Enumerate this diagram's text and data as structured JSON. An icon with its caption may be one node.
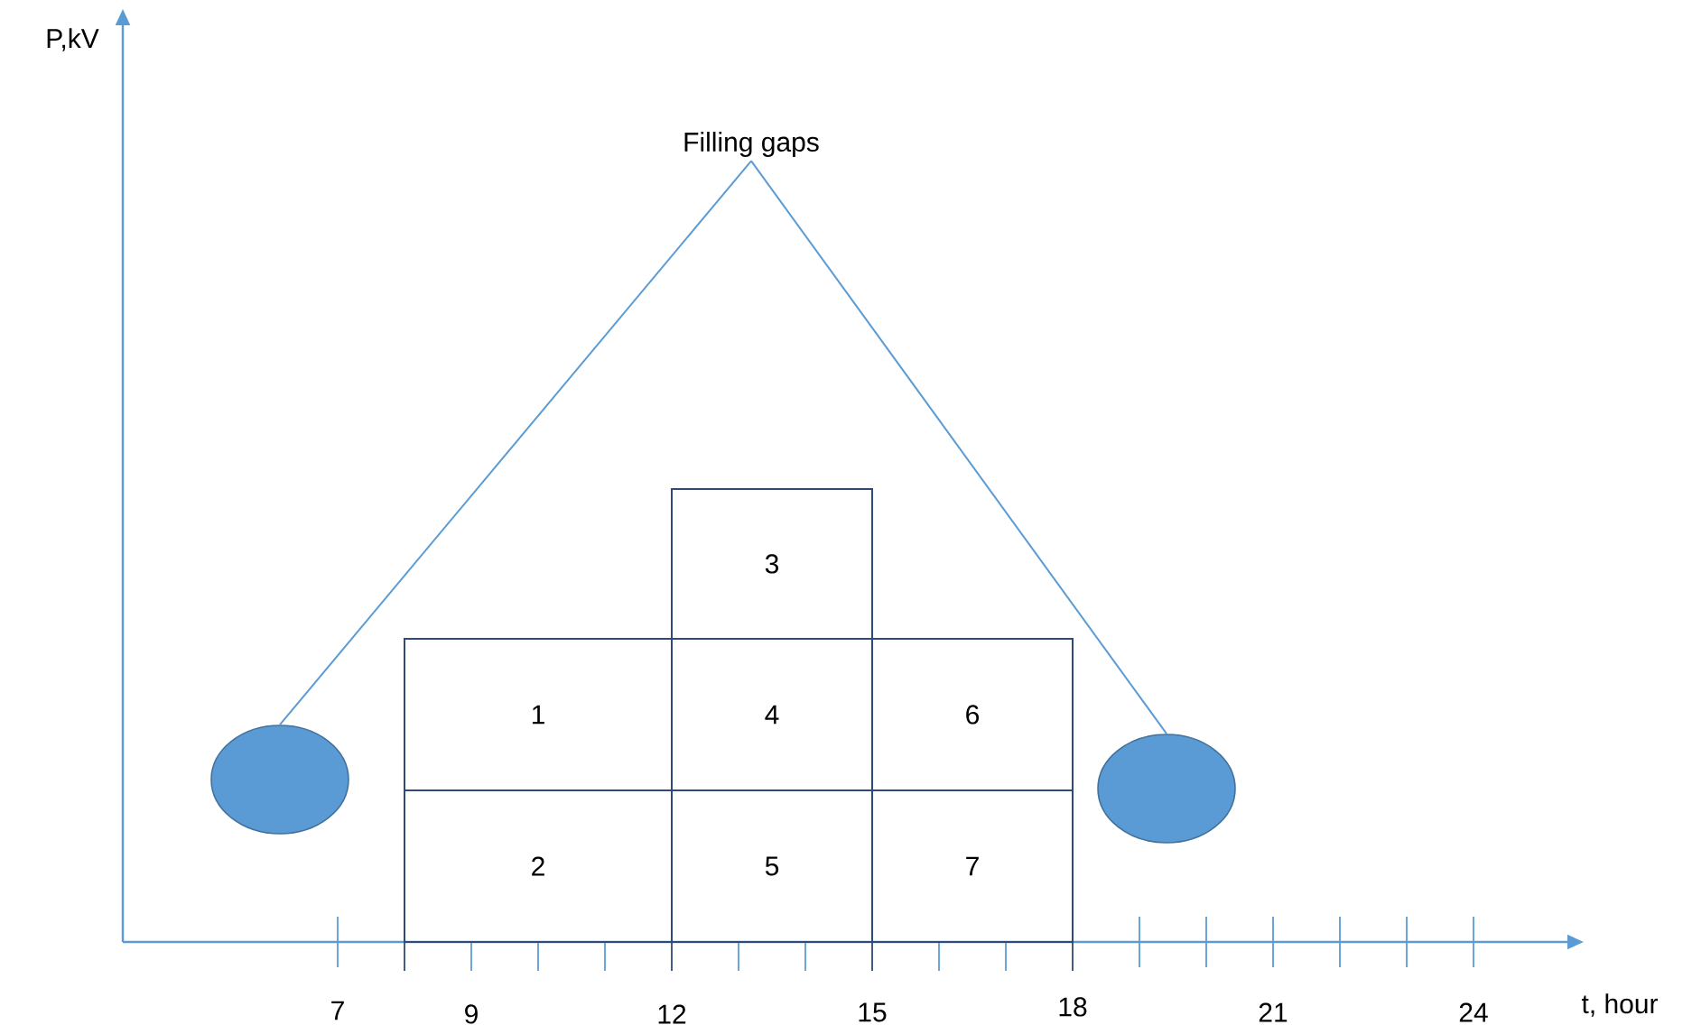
{
  "diagram": {
    "nodes": [
      {
        "text": [
          "Filling gaps"
        ]
      },
      {
        "text": [
          "3"
        ]
      },
      {
        "text": [
          "1"
        ]
      },
      {
        "text": [
          "4"
        ]
      },
      {
        "text": [
          "6"
        ]
      },
      {
        "text": [],
        "shape": "circle"
      },
      {
        "text": [],
        "shape": "circle"
      },
      {
        "text": [
          "2"
        ]
      },
      {
        "text": [
          "5"
        ]
      },
      {
        "text": [
          "7"
        ]
      }
    ],
    "edges": [
      {
        "from": 5,
        "to": 0,
        "arrow": "none"
      },
      {
        "from": 6,
        "to": 0,
        "arrow": "none"
      }
    ],
    "labels": [
      "P,kV",
      "7",
      "9",
      "12",
      "15",
      "18",
      "21",
      "24",
      "t, hour"
    ]
  }
}
